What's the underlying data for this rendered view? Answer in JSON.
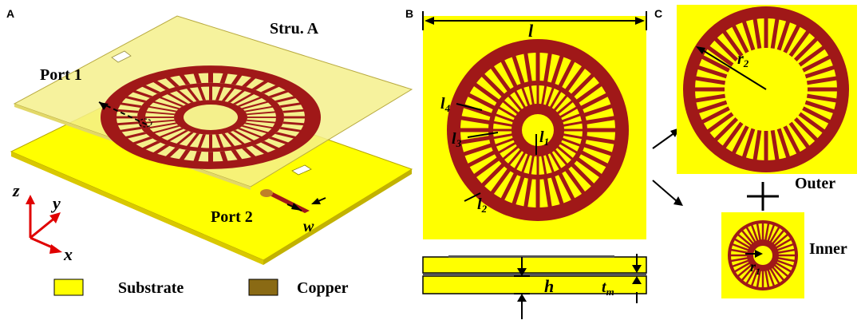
{
  "panels": {
    "a": "A",
    "b": "B",
    "c": "C"
  },
  "panel_a": {
    "title": "Stru. A",
    "port1": "Port 1",
    "port2": "Port 2",
    "w_label": "w",
    "axes": {
      "z": "z",
      "y": "y",
      "x": "x"
    },
    "legend": {
      "substrate": "Substrate",
      "copper": "Copper"
    }
  },
  "panel_b": {
    "l": "l",
    "l4": "l4",
    "l3": "l3",
    "l1": "l1",
    "l2": "l2",
    "h": "h",
    "tm": "tm"
  },
  "panel_c": {
    "r2": "r2",
    "r1": "r1",
    "outer": "Outer",
    "inner": "Inner",
    "plus": "+"
  },
  "colors": {
    "substrate": "#ffff00",
    "substrate_light": "#f6f39a",
    "copper": "#a01818",
    "copper_legend": "#8a6a14",
    "arrow": "#e00000"
  }
}
